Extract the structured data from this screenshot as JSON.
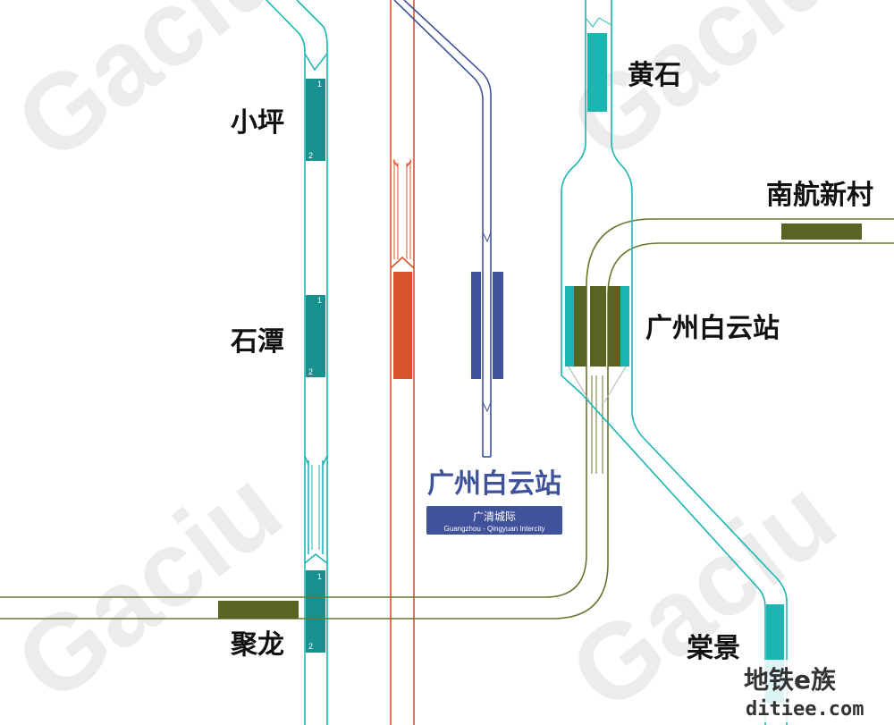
{
  "watermark": {
    "text": "Gaciu"
  },
  "stations": {
    "xiaoping": "小坪",
    "shitan": "石潭",
    "julong": "聚龙",
    "huangshi": "黄石",
    "nanhang_xincun": "南航新村",
    "guangzhou_baiyun": "广州白云站",
    "tangjing": "棠景"
  },
  "platform_numbers": {
    "one": "1",
    "two": "2"
  },
  "intercity": {
    "station_name": "广州白云站",
    "line_name": "广清城际",
    "line_name_en": "Guangzhou - Qingyuan Intercity"
  },
  "logo": {
    "top": "地铁e族",
    "bottom": "ditiee.com"
  },
  "colors": {
    "teal_line": "#1bb6b2",
    "teal_platform": "#17918f",
    "red_line": "#d8532a",
    "blue_line": "#3f529a",
    "olive_line": "#6c7530",
    "olive_platform": "#5a6322",
    "text_dark": "#111111"
  }
}
